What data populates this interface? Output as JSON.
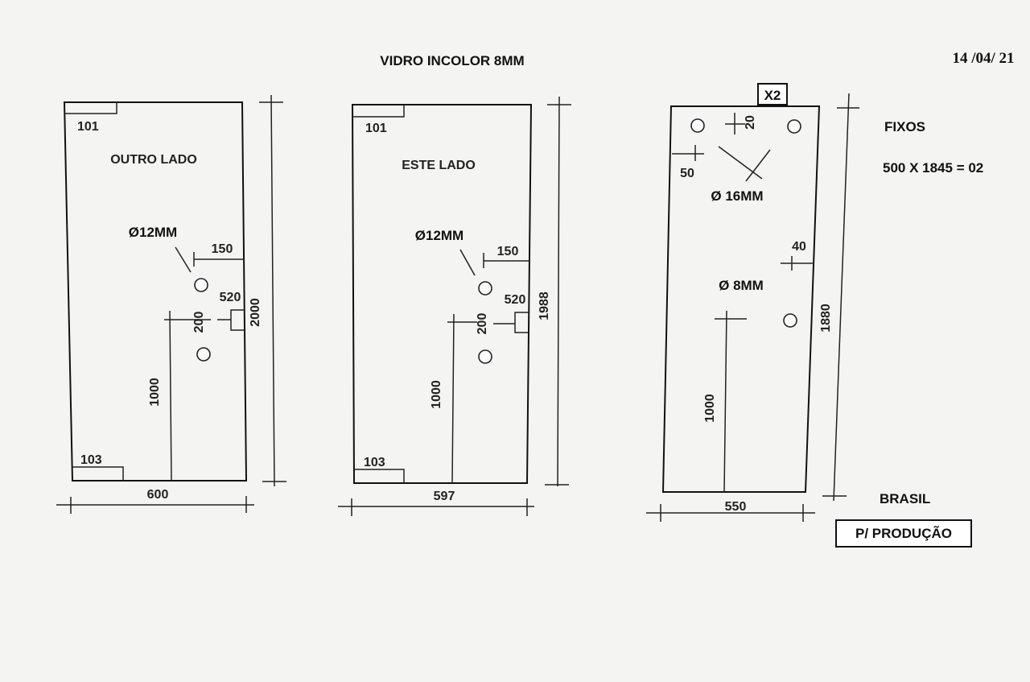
{
  "title": "VIDRO INCOLOR 8MM",
  "date": "14 /04/ 21",
  "panels": [
    {
      "side": "OUTRO LADO",
      "corner_top": "101",
      "corner_bottom": "103",
      "hole": "Ø12MM",
      "hole_edge": "150",
      "hole_spacing": "200",
      "handle": "520",
      "height_to_handle": "1000",
      "height": "2000",
      "width": "600"
    },
    {
      "side": "ESTE LADO",
      "corner_top": "101",
      "corner_bottom": "103",
      "hole": "Ø12MM",
      "hole_edge": "150",
      "hole_spacing": "200",
      "handle": "520",
      "height_to_handle": "1000",
      "height": "1988",
      "width": "597"
    },
    {
      "quantity": "X2",
      "hole_top_offset": "20",
      "hole_side_offset": "50",
      "hole_large": "Ø 16MM",
      "hole_small_edge": "40",
      "hole_small": "Ø 8MM",
      "height_to_hole": "1000",
      "height": "1880",
      "width": "550"
    }
  ],
  "notes": {
    "fixed_label": "FIXOS",
    "fixed_spec": "500 X 1845 = 02",
    "brand": "BRASIL",
    "stamp": "P/ PRODUÇÃO"
  }
}
